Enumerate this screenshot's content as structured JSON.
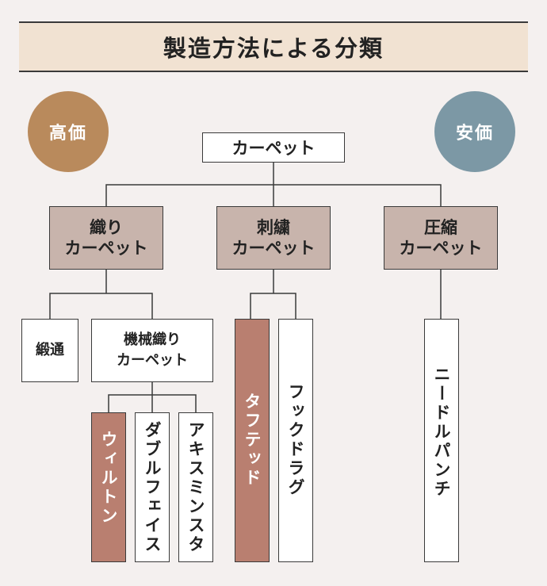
{
  "title": "製造方法による分類",
  "badges": {
    "high": "高価",
    "low": "安価"
  },
  "root": "カーペット",
  "categories": {
    "woven": {
      "line1": "織り",
      "line2": "カーペット"
    },
    "embroidered": {
      "line1": "刺繍",
      "line2": "カーペット"
    },
    "compressed": {
      "line1": "圧縮",
      "line2": "カーペット"
    }
  },
  "woven_sub": {
    "dantsu": "緞通",
    "machine": {
      "line1": "機械織り",
      "line2": "カーペット"
    }
  },
  "leaves": {
    "wilton": "ウィルトン",
    "double_face": "ダブルフェイス",
    "axminster": "アキスミンスタ",
    "tufted": "タフテッド",
    "hook_drag": "フックドラグ",
    "needle_punch": "ニードルパンチ"
  },
  "colors": {
    "background": "#f4f0ef",
    "title_band": "#f1e2d2",
    "category_box": "#c8b4ac",
    "highlight_box": "#b97f70",
    "badge_high": "#b98a5c",
    "badge_low": "#7c98a5"
  }
}
